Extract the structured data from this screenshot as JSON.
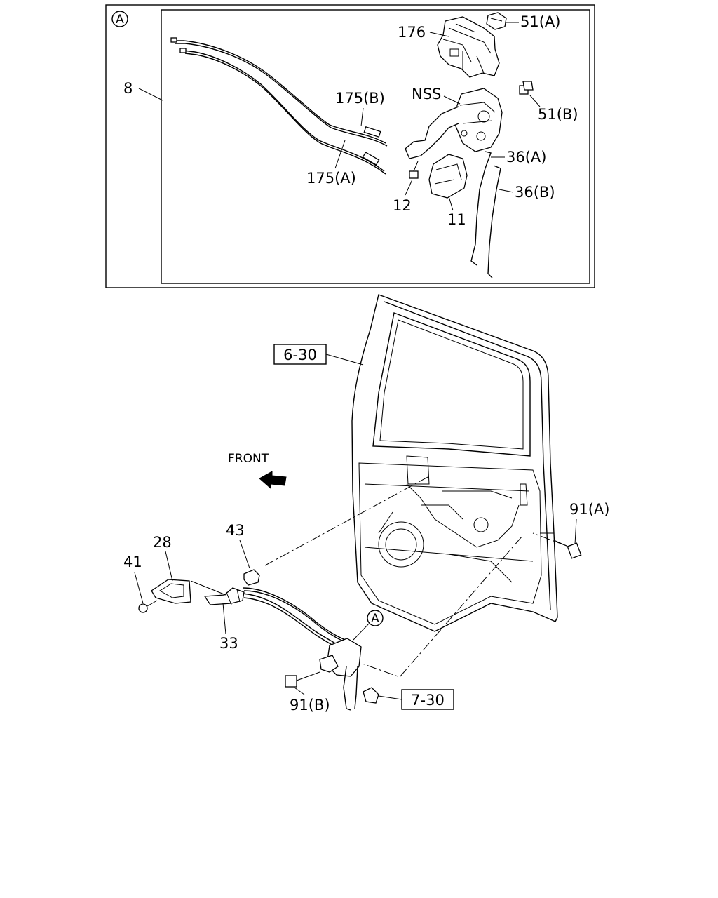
{
  "inset": {
    "marker": "A",
    "labels": {
      "p8": "8",
      "p176": "176",
      "p51a": "51(A)",
      "p51b": "51(B)",
      "pNSS": "NSS",
      "p175b": "175(B)",
      "p175a": "175(A)",
      "p36a": "36(A)",
      "p36b": "36(B)",
      "p12": "12",
      "p11": "11"
    }
  },
  "main": {
    "ref_6_30": "6-30",
    "ref_7_30": "7-30",
    "front": "FRONT",
    "callout_marker": "A",
    "labels": {
      "p91a": "91(A)",
      "p91b": "91(B)",
      "p43": "43",
      "p28": "28",
      "p41": "41",
      "p33": "33"
    }
  }
}
